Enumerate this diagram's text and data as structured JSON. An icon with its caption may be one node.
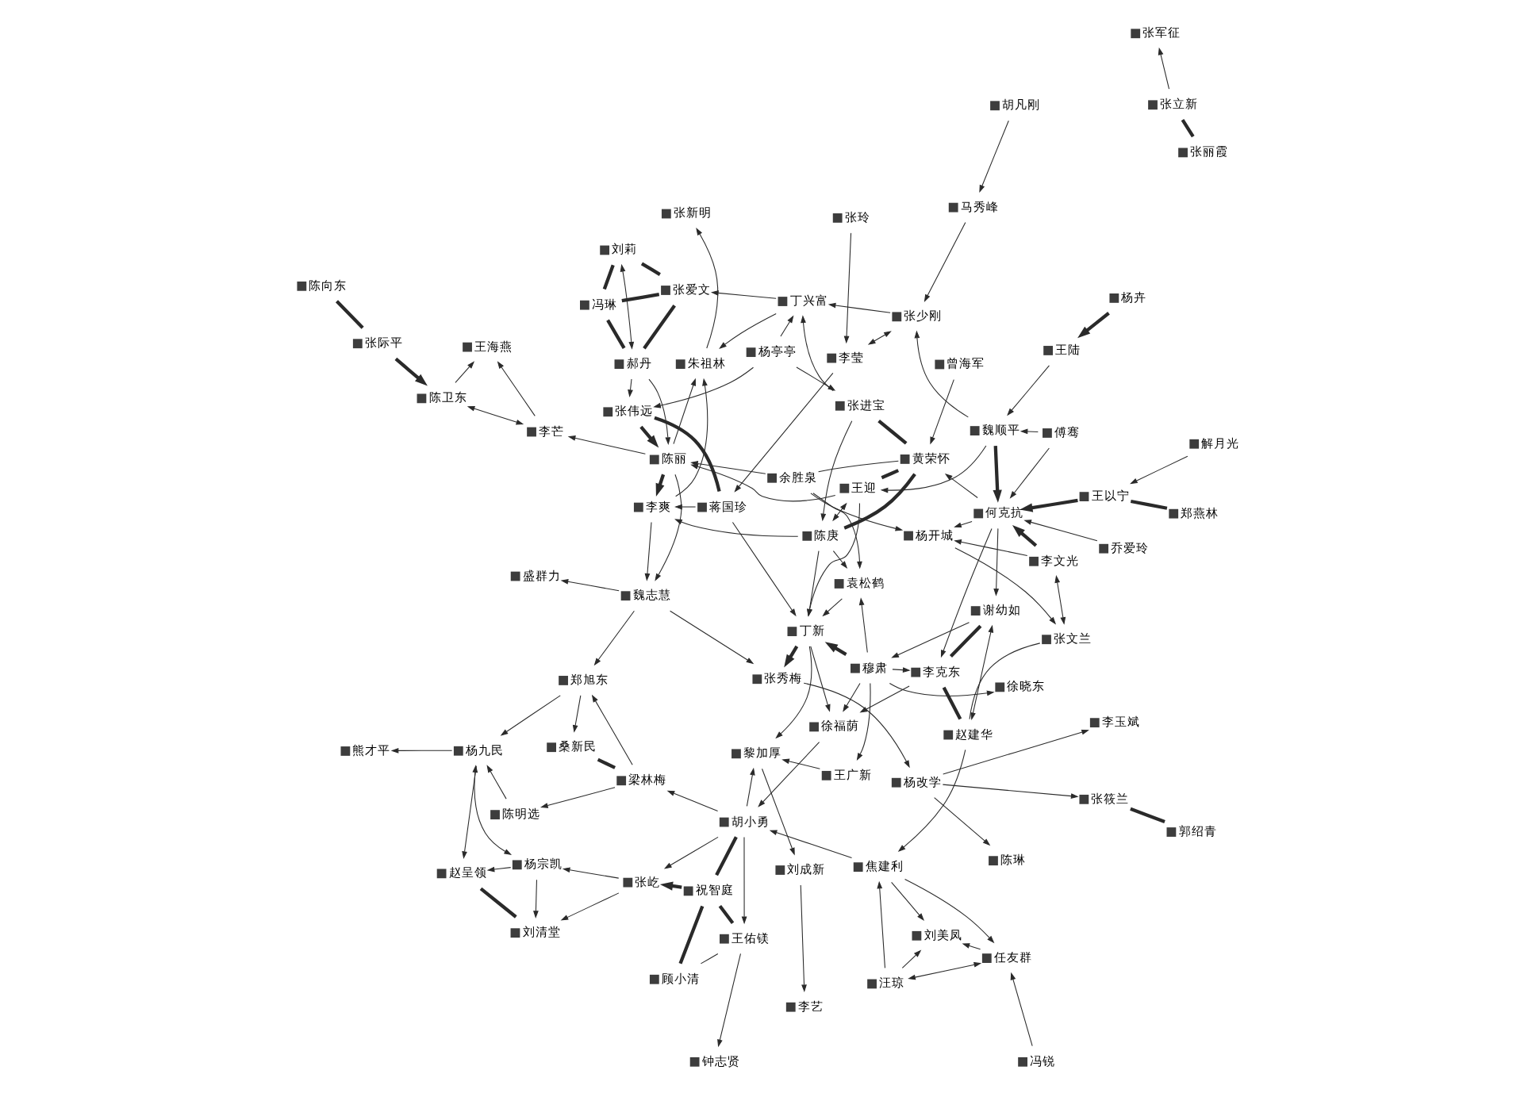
{
  "diagram": {
    "nodes": [
      {
        "text": [
          "冯锐"
        ]
      },
      {
        "text": [
          "钟志贤"
        ]
      },
      {
        "text": [
          "任友群"
        ]
      },
      {
        "text": [
          "王佑镁"
        ]
      },
      {
        "text": [
          "刘清堂"
        ]
      },
      {
        "text": [
          "刘美凤"
        ]
      },
      {
        "text": [
          "郑燕林"
        ]
      },
      {
        "text": [
          "汪琼"
        ]
      },
      {
        "text": [
          "杨宗凯"
        ]
      },
      {
        "text": [
          "顾小清"
        ]
      },
      {
        "text": [
          "张文兰"
        ]
      },
      {
        "text": [
          "赵呈领"
        ]
      },
      {
        "text": [
          "焦建利"
        ]
      },
      {
        "text": [
          "赵建华"
        ]
      },
      {
        "text": [
          "祝智庭"
        ]
      },
      {
        "text": [
          "解月光"
        ]
      },
      {
        "text": [
          "张屹"
        ]
      },
      {
        "text": [
          "王以宁"
        ]
      },
      {
        "text": [
          "李克东"
        ]
      },
      {
        "text": [
          "杨九民"
        ]
      },
      {
        "text": [
          "胡小勇"
        ]
      },
      {
        "text": [
          "陈明选"
        ]
      },
      {
        "text": [
          "李文光"
        ]
      },
      {
        "text": [
          "梁林梅"
        ]
      },
      {
        "text": [
          "熊才平"
        ]
      },
      {
        "text": [
          "徐福荫"
        ]
      },
      {
        "text": [
          "乔爱玲"
        ]
      },
      {
        "text": [
          "桑新民"
        ]
      },
      {
        "text": [
          "谢幼如"
        ]
      },
      {
        "text": [
          "王广新"
        ]
      },
      {
        "text": [
          "何克抗"
        ]
      },
      {
        "text": [
          "穆肃"
        ]
      },
      {
        "text": [
          "黎加厚"
        ]
      },
      {
        "text": [
          "郑旭东"
        ]
      },
      {
        "text": [
          "傅骞"
        ]
      },
      {
        "text": [
          "杨开城"
        ]
      },
      {
        "text": [
          "徐晓东"
        ]
      },
      {
        "text": [
          "魏顺平"
        ]
      },
      {
        "text": [
          "李艺"
        ]
      },
      {
        "text": [
          "余胜泉"
        ]
      },
      {
        "text": [
          "刘成新"
        ]
      },
      {
        "text": [
          "王陆"
        ]
      },
      {
        "text": [
          "袁松鹤"
        ]
      },
      {
        "text": [
          "丁新"
        ]
      },
      {
        "text": [
          "杨卉"
        ]
      },
      {
        "text": [
          "魏志慧"
        ]
      },
      {
        "text": [
          "张军征"
        ]
      },
      {
        "text": [
          "曾海军"
        ]
      },
      {
        "text": [
          "黄荣怀"
        ]
      },
      {
        "text": [
          "陈庚"
        ]
      },
      {
        "text": [
          "李爽"
        ]
      },
      {
        "text": [
          "张立新"
        ]
      },
      {
        "text": [
          "盛群力"
        ]
      },
      {
        "text": [
          "王迎"
        ]
      },
      {
        "text": [
          "张秀梅"
        ]
      },
      {
        "text": [
          "张进宝"
        ]
      },
      {
        "text": [
          "张丽霞"
        ]
      },
      {
        "text": [
          "蒋国珍"
        ]
      },
      {
        "text": [
          "张少刚"
        ]
      },
      {
        "text": [
          "朱祖林"
        ]
      },
      {
        "text": [
          "马秀峰"
        ]
      },
      {
        "text": [
          "丁兴富"
        ]
      },
      {
        "text": [
          "陈丽"
        ]
      },
      {
        "text": [
          "张伟远"
        ]
      },
      {
        "text": [
          "张新明"
        ]
      },
      {
        "text": [
          "张筱兰"
        ]
      },
      {
        "text": [
          "胡凡刚"
        ]
      },
      {
        "text": [
          "李莹"
        ]
      },
      {
        "text": [
          "杨改学"
        ]
      },
      {
        "text": [
          "李芒"
        ]
      },
      {
        "text": [
          "张爱文"
        ]
      },
      {
        "text": [
          "张玲"
        ]
      },
      {
        "text": [
          "杨亭亭"
        ]
      },
      {
        "text": [
          "郭绍青"
        ]
      },
      {
        "text": [
          "陈琳"
        ]
      },
      {
        "text": [
          "郝丹"
        ]
      },
      {
        "text": [
          "陈卫东"
        ]
      },
      {
        "text": [
          "王海燕"
        ]
      },
      {
        "text": [
          "李玉斌"
        ]
      },
      {
        "text": [
          "冯琳"
        ]
      },
      {
        "text": [
          "张际平"
        ]
      },
      {
        "text": [
          "刘莉"
        ]
      },
      {
        "text": [
          "陈向东"
        ]
      }
    ],
    "edges": [
      {
        "from": 0,
        "to": 2,
        "arrow": "to"
      },
      {
        "from": 7,
        "to": 2,
        "arrow": "both"
      },
      {
        "from": 2,
        "to": 5,
        "arrow": "to"
      },
      {
        "from": 7,
        "to": 5,
        "arrow": "to"
      },
      {
        "from": 7,
        "to": 12,
        "arrow": "to"
      },
      {
        "from": 12,
        "to": 2,
        "arrow": "to"
      },
      {
        "from": 12,
        "to": 5,
        "arrow": "to"
      },
      {
        "from": 13,
        "to": 12,
        "arrow": "to"
      },
      {
        "from": 10,
        "to": 13,
        "arrow": "none"
      },
      {
        "from": 12,
        "to": 20,
        "arrow": "to"
      },
      {
        "from": 20,
        "to": 3,
        "arrow": "to"
      },
      {
        "from": 3,
        "to": 14,
        "arrow": "none",
        "style": "thick"
      },
      {
        "from": 3,
        "to": 9,
        "arrow": "none"
      },
      {
        "from": 9,
        "to": 14,
        "arrow": "none",
        "style": "thick"
      },
      {
        "from": 14,
        "to": 20,
        "arrow": "none",
        "style": "thick"
      },
      {
        "from": 3,
        "to": 1,
        "arrow": "to"
      },
      {
        "from": 14,
        "to": 16,
        "arrow": "to",
        "style": "thick"
      },
      {
        "from": 20,
        "to": 32,
        "arrow": "to"
      },
      {
        "from": 20,
        "to": 16,
        "arrow": "to"
      },
      {
        "from": 20,
        "to": 23,
        "arrow": "to"
      },
      {
        "from": 25,
        "to": 20,
        "arrow": "to"
      },
      {
        "from": 13,
        "to": 18,
        "arrow": "none",
        "style": "thick"
      },
      {
        "from": 13,
        "to": 28,
        "arrow": "both"
      },
      {
        "from": 18,
        "to": 28,
        "arrow": "none",
        "style": "thick"
      },
      {
        "from": 18,
        "to": 25,
        "arrow": "to"
      },
      {
        "from": 31,
        "to": 18,
        "arrow": "to"
      },
      {
        "from": 30,
        "to": 18,
        "arrow": "to"
      },
      {
        "from": 30,
        "to": 28,
        "arrow": "to"
      },
      {
        "from": 28,
        "to": 31,
        "arrow": "to"
      },
      {
        "from": 31,
        "to": 25,
        "arrow": "to"
      },
      {
        "from": 43,
        "to": 25,
        "arrow": "to"
      },
      {
        "from": 31,
        "to": 29,
        "arrow": "to"
      },
      {
        "from": 31,
        "to": 36,
        "arrow": "to"
      },
      {
        "from": 31,
        "to": 43,
        "arrow": "to",
        "style": "thick"
      },
      {
        "from": 31,
        "to": 42,
        "arrow": "to"
      },
      {
        "from": 29,
        "to": 32,
        "arrow": "to"
      },
      {
        "from": 43,
        "to": 32,
        "arrow": "to"
      },
      {
        "from": 32,
        "to": 40,
        "arrow": "to"
      },
      {
        "from": 40,
        "to": 38,
        "arrow": "to"
      },
      {
        "from": 23,
        "to": 27,
        "arrow": "none",
        "style": "thick"
      },
      {
        "from": 23,
        "to": 33,
        "arrow": "to"
      },
      {
        "from": 33,
        "to": 27,
        "arrow": "to"
      },
      {
        "from": 33,
        "to": 19,
        "arrow": "to"
      },
      {
        "from": 23,
        "to": 21,
        "arrow": "to"
      },
      {
        "from": 21,
        "to": 19,
        "arrow": "to"
      },
      {
        "from": 19,
        "to": 24,
        "arrow": "to"
      },
      {
        "from": 19,
        "to": 11,
        "arrow": "to"
      },
      {
        "from": 8,
        "to": 19,
        "arrow": "both"
      },
      {
        "from": 16,
        "to": 8,
        "arrow": "to"
      },
      {
        "from": 16,
        "to": 4,
        "arrow": "to"
      },
      {
        "from": 8,
        "to": 4,
        "arrow": "to"
      },
      {
        "from": 8,
        "to": 11,
        "arrow": "to"
      },
      {
        "from": 4,
        "to": 11,
        "arrow": "none",
        "style": "thick"
      },
      {
        "from": 45,
        "to": 33,
        "arrow": "to"
      },
      {
        "from": 6,
        "to": 17,
        "arrow": "none",
        "style": "thick"
      },
      {
        "from": 15,
        "to": 17,
        "arrow": "to"
      },
      {
        "from": 17,
        "to": 30,
        "arrow": "to",
        "style": "thick"
      },
      {
        "from": 26,
        "to": 30,
        "arrow": "to"
      },
      {
        "from": 34,
        "to": 30,
        "arrow": "to"
      },
      {
        "from": 34,
        "to": 37,
        "arrow": "to"
      },
      {
        "from": 41,
        "to": 37,
        "arrow": "to"
      },
      {
        "from": 44,
        "to": 41,
        "arrow": "to",
        "style": "thick"
      },
      {
        "from": 10,
        "to": 22,
        "arrow": "both"
      },
      {
        "from": 22,
        "to": 30,
        "arrow": "to",
        "style": "thick"
      },
      {
        "from": 35,
        "to": 10,
        "arrow": "to"
      },
      {
        "from": 22,
        "to": 35,
        "arrow": "to"
      },
      {
        "from": 30,
        "to": 35,
        "arrow": "to"
      },
      {
        "from": 37,
        "to": 30,
        "arrow": "to",
        "style": "thick"
      },
      {
        "from": 30,
        "to": 48,
        "arrow": "to"
      },
      {
        "from": 37,
        "to": 53,
        "arrow": "to"
      },
      {
        "from": 39,
        "to": 42,
        "arrow": "to"
      },
      {
        "from": 39,
        "to": 35,
        "arrow": "to"
      },
      {
        "from": 39,
        "to": 48,
        "arrow": "none"
      },
      {
        "from": 39,
        "to": 62,
        "arrow": "to"
      },
      {
        "from": 47,
        "to": 48,
        "arrow": "to"
      },
      {
        "from": 37,
        "to": 58,
        "arrow": "to"
      },
      {
        "from": 48,
        "to": 49,
        "arrow": "none",
        "style": "thick"
      },
      {
        "from": 48,
        "to": 55,
        "arrow": "none",
        "style": "thick"
      },
      {
        "from": 48,
        "to": 53,
        "arrow": "none",
        "style": "thick"
      },
      {
        "from": 49,
        "to": 53,
        "arrow": "both"
      },
      {
        "from": 49,
        "to": 42,
        "arrow": "to"
      },
      {
        "from": 49,
        "to": 43,
        "arrow": "to"
      },
      {
        "from": 49,
        "to": 50,
        "arrow": "to"
      },
      {
        "from": 53,
        "to": 43,
        "arrow": "to"
      },
      {
        "from": 55,
        "to": 49,
        "arrow": "to"
      },
      {
        "from": 53,
        "to": 62,
        "arrow": "to"
      },
      {
        "from": 58,
        "to": 61,
        "arrow": "to"
      },
      {
        "from": 60,
        "to": 58,
        "arrow": "to"
      },
      {
        "from": 67,
        "to": 58,
        "arrow": "both"
      },
      {
        "from": 66,
        "to": 60,
        "arrow": "to"
      },
      {
        "from": 71,
        "to": 67,
        "arrow": "to"
      },
      {
        "from": 67,
        "to": 57,
        "arrow": "to"
      },
      {
        "from": 61,
        "to": 59,
        "arrow": "to"
      },
      {
        "from": 72,
        "to": 61,
        "arrow": "to"
      },
      {
        "from": 72,
        "to": 55,
        "arrow": "to"
      },
      {
        "from": 55,
        "to": 61,
        "arrow": "to"
      },
      {
        "from": 61,
        "to": 70,
        "arrow": "to"
      },
      {
        "from": 72,
        "to": 63,
        "arrow": "to"
      },
      {
        "from": 70,
        "to": 79,
        "arrow": "none",
        "style": "thick"
      },
      {
        "from": 70,
        "to": 75,
        "arrow": "none",
        "style": "thick"
      },
      {
        "from": 70,
        "to": 81,
        "arrow": "none",
        "style": "thick"
      },
      {
        "from": 79,
        "to": 75,
        "arrow": "none",
        "style": "thick"
      },
      {
        "from": 79,
        "to": 81,
        "arrow": "none",
        "style": "thick"
      },
      {
        "from": 75,
        "to": 81,
        "arrow": "both"
      },
      {
        "from": 75,
        "to": 63,
        "arrow": "to"
      },
      {
        "from": 75,
        "to": 62,
        "arrow": "to"
      },
      {
        "from": 63,
        "to": 57,
        "arrow": "none",
        "style": "thick"
      },
      {
        "from": 63,
        "to": 62,
        "arrow": "to",
        "style": "thick"
      },
      {
        "from": 62,
        "to": 50,
        "arrow": "to",
        "style": "thick"
      },
      {
        "from": 62,
        "to": 59,
        "arrow": "to"
      },
      {
        "from": 62,
        "to": 45,
        "arrow": "to"
      },
      {
        "from": 62,
        "to": 69,
        "arrow": "to"
      },
      {
        "from": 69,
        "to": 76,
        "arrow": "both"
      },
      {
        "from": 69,
        "to": 77,
        "arrow": "to"
      },
      {
        "from": 76,
        "to": 77,
        "arrow": "to"
      },
      {
        "from": 80,
        "to": 76,
        "arrow": "to",
        "style": "thick"
      },
      {
        "from": 80,
        "to": 82,
        "arrow": "none",
        "style": "thick"
      },
      {
        "from": 50,
        "to": 45,
        "arrow": "to"
      },
      {
        "from": 50,
        "to": 59,
        "arrow": "to"
      },
      {
        "from": 59,
        "to": 64,
        "arrow": "to"
      },
      {
        "from": 43,
        "to": 54,
        "arrow": "to",
        "style": "thick"
      },
      {
        "from": 45,
        "to": 54,
        "arrow": "to"
      },
      {
        "from": 45,
        "to": 52,
        "arrow": "to"
      },
      {
        "from": 54,
        "to": 68,
        "arrow": "to"
      },
      {
        "from": 68,
        "to": 65,
        "arrow": "to"
      },
      {
        "from": 68,
        "to": 74,
        "arrow": "to"
      },
      {
        "from": 68,
        "to": 78,
        "arrow": "to"
      },
      {
        "from": 65,
        "to": 73,
        "arrow": "none",
        "style": "thick"
      },
      {
        "from": 51,
        "to": 46,
        "arrow": "to"
      },
      {
        "from": 51,
        "to": 56,
        "arrow": "none",
        "style": "thick"
      },
      {
        "from": 57,
        "to": 43,
        "arrow": "to"
      },
      {
        "from": 57,
        "to": 50,
        "arrow": "to"
      },
      {
        "from": 42,
        "to": 43,
        "arrow": "to"
      }
    ]
  }
}
